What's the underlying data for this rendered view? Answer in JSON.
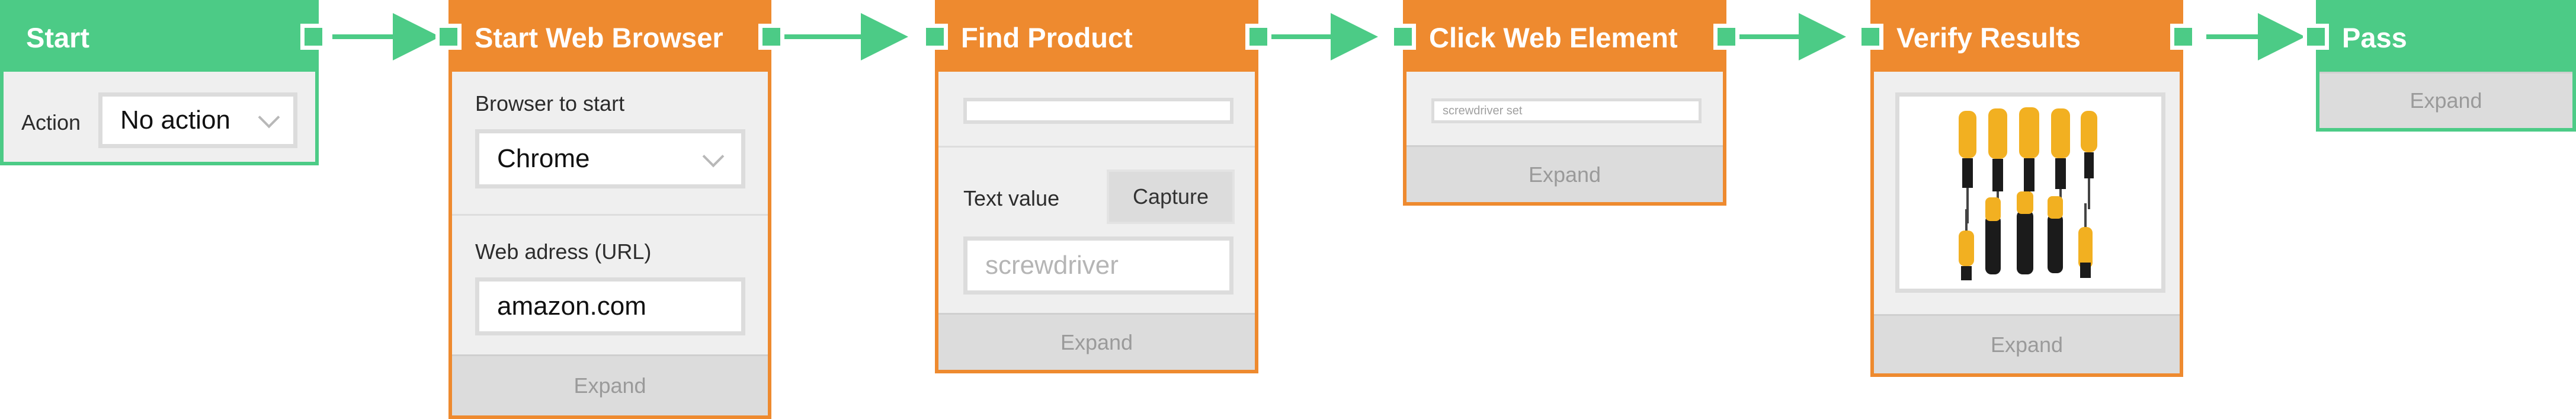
{
  "flow": {
    "start": {
      "title": "Start",
      "action_label": "Action",
      "action_value": "No action"
    },
    "start_web_browser": {
      "title": "Start Web Browser",
      "browser_label": "Browser to start",
      "browser_value": "Chrome",
      "url_label": "Web adress (URL)",
      "url_value": "amazon.com",
      "expand_label": "Expand"
    },
    "find_product": {
      "title": "Find Product",
      "locator_value": "",
      "text_value_label": "Text value",
      "capture_label": "Capture",
      "text_value_placeholder": "screwdriver",
      "expand_label": "Expand"
    },
    "click_web_element": {
      "title": "Click Web Element",
      "element_value": "screwdriver set",
      "expand_label": "Expand"
    },
    "verify_results": {
      "title": "Verify Results",
      "image_icon": "screwdriver-set-image",
      "expand_label": "Expand"
    },
    "pass": {
      "title": "Pass",
      "expand_label": "Expand"
    }
  },
  "colors": {
    "green": "#4ccb86",
    "orange": "#ee8a2f",
    "body": "#efefef",
    "expand_bg": "#dcdcdc",
    "screwdriver_handle_yellow": "#f2b021",
    "screwdriver_handle_black": "#1b1b1b"
  }
}
